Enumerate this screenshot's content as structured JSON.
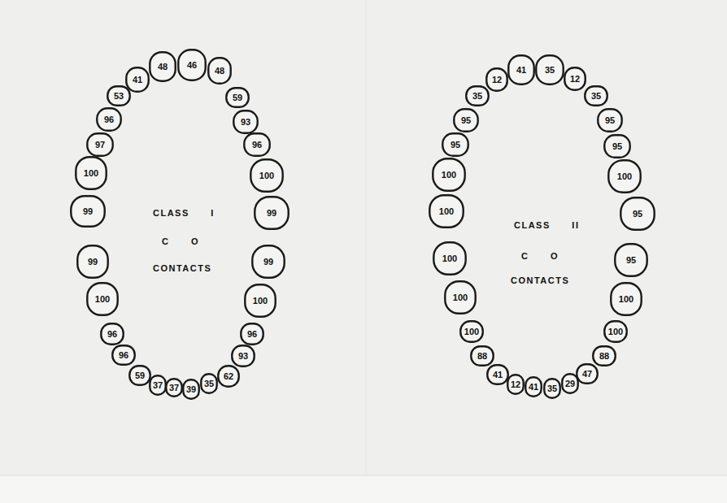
{
  "diagram": {
    "nodes": [
      {
        "text": [
          "99"
        ]
      },
      {
        "text": [
          "100"
        ]
      },
      {
        "text": [
          "97"
        ]
      },
      {
        "text": [
          "96"
        ]
      },
      {
        "text": [
          "53"
        ]
      },
      {
        "text": [
          "41"
        ]
      },
      {
        "text": [
          "48"
        ]
      },
      {
        "text": [
          "46"
        ]
      },
      {
        "text": [
          "48"
        ]
      },
      {
        "text": [
          "59"
        ]
      },
      {
        "text": [
          "93"
        ]
      },
      {
        "text": [
          "96"
        ]
      },
      {
        "text": [
          "100"
        ]
      },
      {
        "text": [
          "99"
        ]
      },
      {
        "text": [
          "99"
        ]
      },
      {
        "text": [
          "100"
        ]
      },
      {
        "text": [
          "96"
        ]
      },
      {
        "text": [
          "96"
        ]
      },
      {
        "text": [
          "59"
        ]
      },
      {
        "text": [
          "37"
        ]
      },
      {
        "text": [
          "37"
        ]
      },
      {
        "text": [
          "39"
        ]
      },
      {
        "text": [
          "35"
        ]
      },
      {
        "text": [
          "62"
        ]
      },
      {
        "text": [
          "93"
        ]
      },
      {
        "text": [
          "96"
        ]
      },
      {
        "text": [
          "100"
        ]
      },
      {
        "text": [
          "99"
        ]
      },
      {
        "text": [
          "100"
        ]
      },
      {
        "text": [
          "100"
        ]
      },
      {
        "text": [
          "95"
        ]
      },
      {
        "text": [
          "95"
        ]
      },
      {
        "text": [
          "35"
        ]
      },
      {
        "text": [
          "12"
        ]
      },
      {
        "text": [
          "41"
        ]
      },
      {
        "text": [
          "35"
        ]
      },
      {
        "text": [
          "12"
        ]
      },
      {
        "text": [
          "35"
        ]
      },
      {
        "text": [
          "95"
        ]
      },
      {
        "text": [
          "95"
        ]
      },
      {
        "text": [
          "100"
        ]
      },
      {
        "text": [
          "95"
        ]
      },
      {
        "text": [
          "100"
        ]
      },
      {
        "text": [
          "100"
        ]
      },
      {
        "text": [
          "100"
        ]
      },
      {
        "text": [
          "88"
        ]
      },
      {
        "text": [
          "41"
        ]
      },
      {
        "text": [
          "12"
        ]
      },
      {
        "text": [
          "41"
        ]
      },
      {
        "text": [
          "35"
        ]
      },
      {
        "text": [
          "29"
        ]
      },
      {
        "text": [
          "47"
        ]
      },
      {
        "text": [
          "88"
        ]
      },
      {
        "text": [
          "100"
        ]
      },
      {
        "text": [
          "100"
        ]
      },
      {
        "text": [
          "95"
        ]
      }
    ],
    "labels": [
      "CLASS I",
      "C O",
      "CONTACTS",
      "CLASS II",
      "C O",
      "CONTACTS"
    ]
  }
}
